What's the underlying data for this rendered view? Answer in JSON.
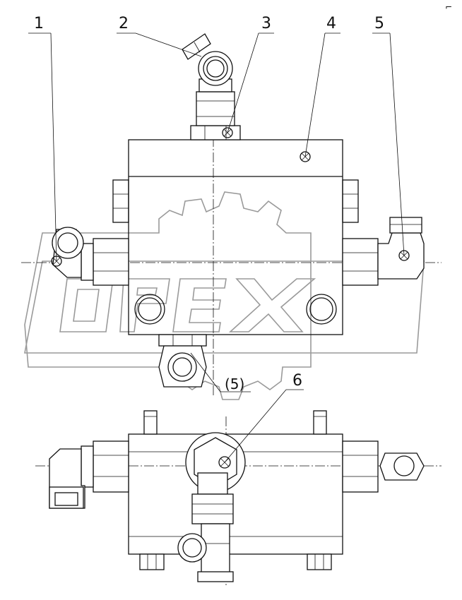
{
  "drawing": {
    "callouts": [
      "1",
      "2",
      "3",
      "4",
      "5",
      "6"
    ],
    "secondary_callout": "(5)",
    "watermark_text": "OPEX",
    "corner_mark": "⌐"
  },
  "colors": {
    "line": "#111111",
    "watermark": "#9a9a9a",
    "background": "#ffffff"
  }
}
